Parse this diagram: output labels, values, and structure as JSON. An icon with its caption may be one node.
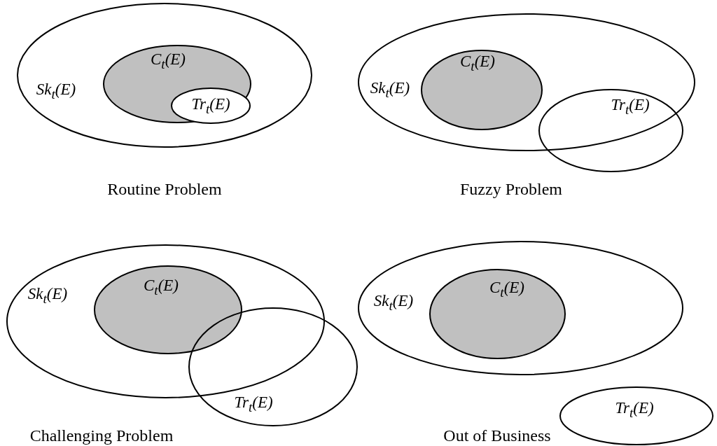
{
  "diagram": {
    "nodes": [
      {
        "text": [
          "Sk$_{t}$(E)"
        ]
      },
      {
        "text": [
          "C$_{t}$(E)"
        ],
        "in": 0
      },
      {
        "text": [
          "Tr$_{t}$(E)"
        ],
        "in": 1
      },
      {
        "text": [
          "Sk$_{t}$(E)"
        ]
      },
      {
        "text": [
          "C$_{t}$(E)"
        ],
        "in": 3
      },
      {
        "text": [
          "Tr$_{t}$(E)"
        ]
      },
      {
        "text": [
          "Sk$_{t}$(E)"
        ]
      },
      {
        "text": [
          "C$_{t}$(E)"
        ],
        "in": 6
      },
      {
        "text": [
          "Tr$_{t}$(E)"
        ]
      },
      {
        "text": [
          "Sk$_{t}$(E)"
        ]
      },
      {
        "text": [
          "C$_{t}$(E)"
        ],
        "in": 9
      },
      {
        "text": [
          "Tr$_{t}$(E)"
        ]
      }
    ],
    "labels": [
      "Routine Problem",
      "Fuzzy Problem",
      "Challenging Problem",
      "Out of Business"
    ]
  }
}
